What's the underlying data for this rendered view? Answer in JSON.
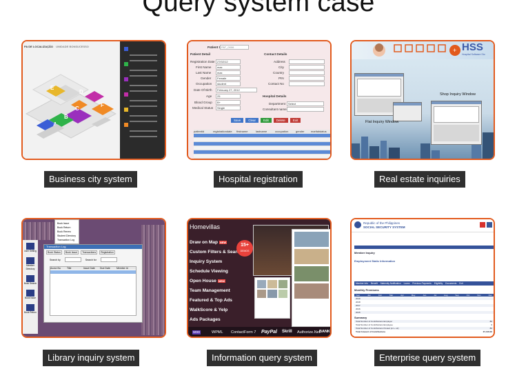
{
  "title": "Query system case",
  "cards": [
    {
      "label": "Business city system"
    },
    {
      "label": "Hospital registration"
    },
    {
      "label": "Real estate inquiries"
    },
    {
      "label": "Library inquiry system"
    },
    {
      "label": "Information query system"
    },
    {
      "label": "Enterprise query system"
    }
  ],
  "business_city": {
    "header": "PA DE LOCALIZAÇÃO",
    "subheader": "UNIDADE BONSUCESSO",
    "legend": [
      "A",
      "B",
      "C",
      "D",
      "E",
      "F"
    ],
    "colors": {
      "A": "#3b5dd6",
      "B": "#2fb34a",
      "C": "#9a2fbd",
      "D": "#c22ea8",
      "E": "#e8b72b",
      "F": "#f08a25"
    }
  },
  "hospital": {
    "patient_id_label": "Patient ID",
    "patient_id_value": "PAT_0006",
    "patient_detail_label": "Patient Detail",
    "contact_detail_label": "Contact Details",
    "fields_left": [
      "Registration Date",
      "First Name",
      "Last Name",
      "Gender",
      "Occupation",
      "Date Of Birth",
      "Age",
      "Blood Group",
      "Medical Status"
    ],
    "values_left": [
      "27/02/12",
      "max",
      "max",
      "Female",
      "student",
      "February 27, 2012",
      "25",
      "B+",
      "Single"
    ],
    "fields_right": [
      "Address",
      "City",
      "Country",
      "PIN",
      "Contact No"
    ],
    "hospital_detail_label": "Hospital Details",
    "fields_hospital": [
      "Department",
      "Consultant name"
    ],
    "department_value": "Select",
    "buttons": [
      "Save",
      "Clear",
      "Edit",
      "Delete",
      "Exit"
    ],
    "table_headers": [
      "patientid",
      "registrationdate",
      "firstname",
      "lastname",
      "occupation",
      "gender",
      "maritalstatus"
    ]
  },
  "real_estate": {
    "logo": "HSS",
    "logo_sub": "Hospital Software Sto",
    "shop_window": "Shop Inquiry Window",
    "flat_window": "Flat Inquiry Window"
  },
  "library": {
    "menu_items": [
      "Book Issue",
      "Book Return",
      "Book Renew",
      "Student Directory",
      "Transaction Log"
    ],
    "window_title": "Transaction Log",
    "tabs": [
      "Book Status",
      "Book Issue",
      "Transactions",
      "Registration"
    ],
    "search_label": "Search by",
    "search_label2": "Search for",
    "columns": [
      "Accsn No",
      "Title",
      "Issue Date",
      "Due Date",
      "Member Id"
    ],
    "side_items": [
      "User Setting",
      "Member Directory",
      "Book Search",
      "Book Issue",
      "Book Return"
    ]
  },
  "homevillas": {
    "logo": "Homevillas",
    "features": [
      "Draw on Map",
      "Custom Filters & Search",
      "Inquiry System",
      "Schedule Viewing",
      "Open House",
      "Team Management",
      "Featured & Top Ads",
      "WalkScore & Yelp",
      "Ads Packages"
    ],
    "new_tag": "NEW",
    "badge_number": "15+",
    "badge_text": "DEMOS",
    "partners": [
      "WPML",
      "ContactForm 7",
      "PayPal",
      "Skrill",
      "Authorize.Net",
      "BANK"
    ]
  },
  "enterprise": {
    "org_line1": "Republic of the Philippines",
    "org_line2": "SOCIAL SECURITY SYSTEM",
    "section_title": "Member Inquiry",
    "subsection": "Employment Static Information",
    "tabs": [
      "Member Info",
      "Benefit",
      "Maternity Notification",
      "Loans",
      "Previous Payments",
      "Eligibility",
      "Documents",
      "Exit"
    ],
    "contrib_title": "Monthly Premiums",
    "months": [
      "Year",
      "Jan",
      "Feb",
      "Mar",
      "Apr",
      "May",
      "Jun",
      "Jul",
      "Aug",
      "Sep",
      "Oct",
      "Nov",
      "Dec"
    ],
    "years": [
      "2019",
      "2018",
      "2017",
      "2016",
      "2015"
    ],
    "summary_title": "Summary",
    "summary_rows": [
      "Total Number of Contributions Employer",
      "Total Number of Contributions Employee",
      "Total Number of Contributions Posted (s1 + s2)",
      "Total Amount of Contributions"
    ],
    "summary_values": [
      "80",
      "0",
      "80",
      "37,416.00"
    ]
  }
}
